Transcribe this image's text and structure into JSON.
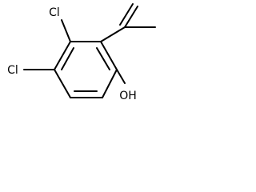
{
  "molecule": {
    "atoms": {
      "cl_top": "Cl",
      "cl_left": "Cl",
      "hydroxyl": "OH"
    },
    "colors": {
      "ink": "#000000",
      "background": "#ffffff"
    }
  }
}
